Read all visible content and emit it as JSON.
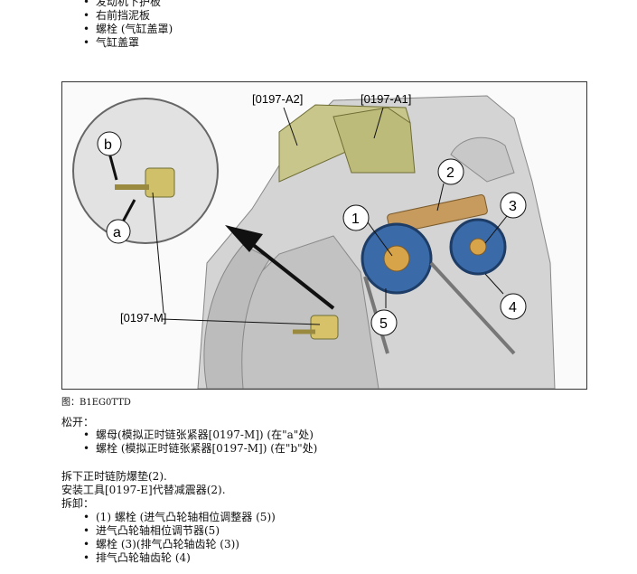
{
  "top_list": [
    "发动机下护板",
    "右前挡泥板",
    "螺栓 (气缸盖罩)",
    "气缸盖罩"
  ],
  "figure": {
    "labels": {
      "a2": "[0197-A2]",
      "a1": "[0197-A1]",
      "m": "[0197-M]",
      "n1": "1",
      "n2": "2",
      "n3": "3",
      "n4": "4",
      "n5": "5",
      "a": "a",
      "b": "b"
    },
    "caption": "图：B1EG0TTD"
  },
  "loosen": {
    "heading": "松开：",
    "items": [
      "螺母(模拟正时链张紧器[0197-M]) (在\"a\"处)",
      "螺栓 (模拟正时链张紧器[0197-M]) (在\"b\"处)"
    ]
  },
  "steps": {
    "remove_gasket": "拆下正时链防爆垫(2).",
    "install_tool": "安装工具[0197-E]代替减震器(2)."
  },
  "remove": {
    "heading": "拆卸：",
    "items": [
      "(1) 螺栓 (进气凸轮轴相位调整器 (5))",
      "进气凸轮轴相位调节器(5)",
      "螺栓 (3)(排气凸轮轴齿轮 (3))",
      "排气凸轮轴齿轮 (4)"
    ]
  }
}
